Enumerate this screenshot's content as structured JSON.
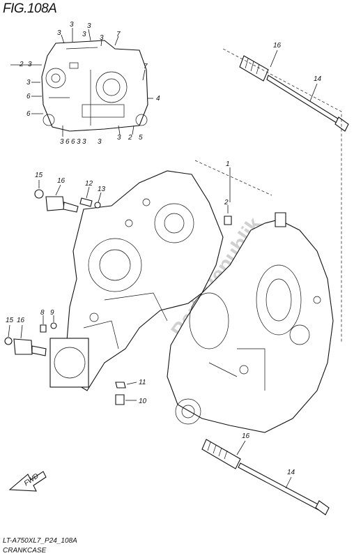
{
  "figure": {
    "title": "FIG.108A",
    "code": "LT-A750XL7_P24_108A",
    "name": "CRANKCASE"
  },
  "watermark": "PartsRepublik",
  "fwd_label": "FWD",
  "callouts": {
    "c1": "1",
    "c2": "2",
    "c4": "4",
    "c5": "5",
    "c6": "6",
    "c7": "7",
    "c8": "8",
    "c9": "9",
    "c10": "10",
    "c11": "11",
    "c12": "12",
    "c13": "13",
    "c14": "14",
    "c15": "15",
    "c16": "16",
    "c3": "3"
  }
}
